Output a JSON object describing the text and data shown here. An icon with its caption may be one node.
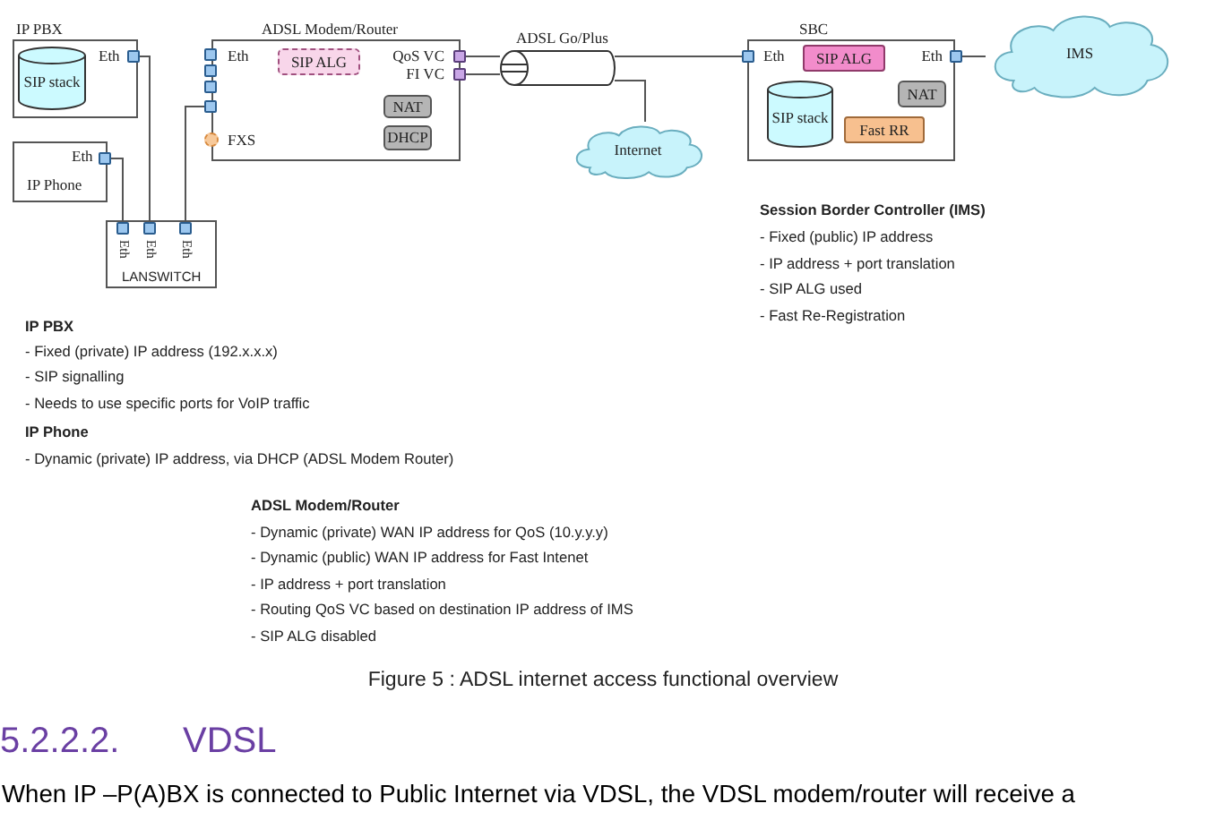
{
  "diagram": {
    "caption": "Figure 5 : ADSL internet access functional overview",
    "nodes": [
      {
        "text": [
          "IP PBX"
        ]
      },
      {
        "text": [
          "SIP stack"
        ],
        "in": 0
      },
      {
        "text": [],
        "shape": "box",
        "in": 0,
        "beside": [
          "Eth"
        ]
      },
      {
        "text": [
          "IP Phone"
        ]
      },
      {
        "text": [],
        "shape": "box",
        "in": 3,
        "beside": [
          "Eth"
        ]
      },
      {
        "text": [
          "ADSL Modem/Router"
        ]
      },
      {
        "text": [],
        "shape": "box",
        "in": 5,
        "beside": [
          "Eth"
        ]
      },
      {
        "text": [],
        "shape": "box",
        "in": 5
      },
      {
        "text": [],
        "shape": "box",
        "in": 5
      },
      {
        "text": [],
        "shape": "box",
        "in": 5
      },
      {
        "text": [],
        "shape": "circle",
        "in": 5,
        "beside": [
          "FXS"
        ]
      },
      {
        "text": [
          "SIP ALG"
        ],
        "in": 5
      },
      {
        "text": [],
        "shape": "box",
        "in": 5,
        "beside": [
          "QoS VC"
        ]
      },
      {
        "text": [],
        "shape": "box",
        "in": 5,
        "beside": [
          "FI VC"
        ]
      },
      {
        "text": [
          "NAT"
        ],
        "in": 5
      },
      {
        "text": [
          "DHCP"
        ],
        "in": 5
      },
      {
        "text": [
          "LANSWITCH"
        ]
      },
      {
        "text": [],
        "shape": "box",
        "in": 16,
        "beside": [
          "Eth"
        ]
      },
      {
        "text": [],
        "shape": "box",
        "in": 16,
        "beside": [
          "Eth"
        ]
      },
      {
        "text": [],
        "shape": "box",
        "in": 16,
        "beside": [
          "Eth"
        ]
      },
      {
        "text": [
          "ADSL Go/Plus"
        ]
      },
      {
        "text": [
          "Internet"
        ]
      },
      {
        "text": [
          "SBC"
        ]
      },
      {
        "text": [],
        "shape": "box",
        "in": 22,
        "beside": [
          "Eth"
        ]
      },
      {
        "text": [
          "SIP ALG"
        ],
        "in": 22
      },
      {
        "text": [],
        "shape": "box",
        "in": 22,
        "beside": [
          "Eth"
        ]
      },
      {
        "text": [
          "SIP stack"
        ],
        "in": 22
      },
      {
        "text": [
          "NAT"
        ],
        "in": 22
      },
      {
        "text": [
          "Fast RR"
        ],
        "in": 22
      },
      {
        "text": [
          "IMS"
        ]
      }
    ],
    "edges": [
      {
        "from": 2,
        "to": 18,
        "arrow": "none"
      },
      {
        "from": 4,
        "to": 17,
        "arrow": "none"
      },
      {
        "from": 19,
        "to": 9,
        "arrow": "none"
      },
      {
        "from": 12,
        "to": 20,
        "arrow": "none"
      },
      {
        "from": 13,
        "to": 20,
        "arrow": "none"
      },
      {
        "from": 20,
        "to": 21,
        "arrow": "none"
      },
      {
        "from": 20,
        "to": 23,
        "arrow": "none"
      },
      {
        "from": 25,
        "to": 29,
        "arrow": "none"
      }
    ],
    "labels": [
      "Session Border Controller (IMS)",
      "- Fixed (public) IP address",
      "- IP address + port translation",
      "- SIP ALG used",
      "- Fast Re-Registration",
      "IP PBX",
      "- Fixed (private) IP address (192.x.x.x)",
      "- SIP signalling",
      "- Needs to use specific ports for VoIP traffic",
      "IP Phone",
      "- Dynamic (private) IP address, via DHCP (ADSL Modem Router)",
      "ADSL Modem/Router",
      "- Dynamic (private) WAN IP address for QoS (10.y.y.y)",
      "- Dynamic (public) WAN IP address for Fast Intenet",
      "- IP address + port translation",
      "- Routing QoS VC based on destination IP address of IMS",
      "- SIP ALG disabled",
      "5.2.2.2.",
      "VDSL",
      "When IP –P(A)BX is connected to Public Internet via VDSL, the VDSL modem/router will receive a"
    ]
  }
}
